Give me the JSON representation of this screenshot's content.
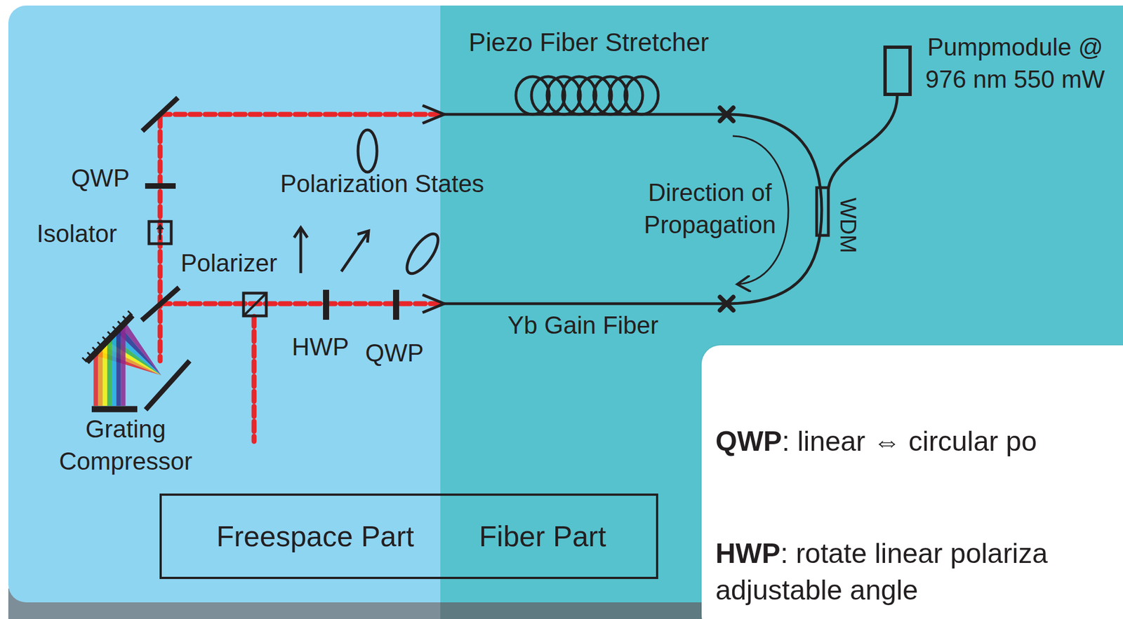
{
  "diagram": {
    "nodes": [
      {
        "text": [
          "Freespace Part",
          "Fiber Part"
        ]
      },
      {
        "text": [
          "QWP",
          ": linear ⇔ circular po",
          "HWP",
          ": rotate linear polariza adjustable angle"
        ]
      }
    ],
    "labels": [
      "Piezo Fiber Stretcher",
      "Pumpmodule @ 976 nm 550 mW",
      "QWP",
      "Polarization States",
      "Isolator",
      "Polarizer",
      "Direction of Propagation",
      "WDM",
      "Yb Gain Fiber",
      "HWP",
      "QWP",
      "Grating Compressor"
    ]
  }
}
